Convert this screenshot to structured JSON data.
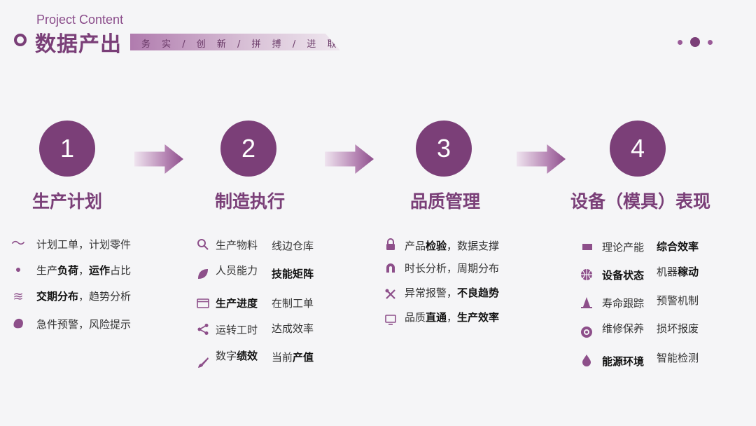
{
  "header": {
    "subtitle": "Project Content",
    "title": "数据产出",
    "ribbon": "务 实 / 创 新 / 拼 搏 / 进 取"
  },
  "colors": {
    "accent": "#7b3f78",
    "background": "#f5f5f7"
  },
  "steps": [
    {
      "number": "1",
      "title": "生产计划",
      "items": [
        {
          "icon": "tilde-icon",
          "text": "计划工单，计划零件"
        },
        {
          "icon": "dot-icon",
          "text": "生产负荷，运作占比"
        },
        {
          "icon": "waves-icon",
          "text": "交期分布，趋势分析"
        },
        {
          "icon": "blob-icon",
          "text": "急件预警，风险提示"
        }
      ]
    },
    {
      "number": "2",
      "title": "制造执行",
      "items": [
        {
          "icon": "search-icon",
          "a": "生产物料",
          "b": "线边仓库"
        },
        {
          "icon": "leaf-icon",
          "a": "人员能力",
          "b": "技能矩阵"
        },
        {
          "icon": "browser-icon",
          "a": "生产进度",
          "b": "在制工单"
        },
        {
          "icon": "share-icon",
          "a": "运转工时",
          "b": "达成效率"
        },
        {
          "icon": "brush-icon",
          "a": "数字绩效",
          "b": "当前产值"
        }
      ]
    },
    {
      "number": "3",
      "title": "品质管理",
      "items": [
        {
          "icon": "lock-icon",
          "text": "产品检验，数据支撑"
        },
        {
          "icon": "magnet-icon",
          "text": "时长分析，周期分布"
        },
        {
          "icon": "tools-icon",
          "text": "异常报警，不良趋势"
        },
        {
          "icon": "monitor-icon",
          "text": "品质直通，生产效率"
        }
      ]
    },
    {
      "number": "4",
      "title": "设备（模具）表现",
      "items": [
        {
          "icon": "card-icon",
          "a": "理论产能",
          "b": "综合效率"
        },
        {
          "icon": "ball-icon",
          "a": "设备状态",
          "b": "机器稼动"
        },
        {
          "icon": "cone-icon",
          "a": "寿命跟踪",
          "b": "预警机制"
        },
        {
          "icon": "target-icon",
          "a": "维修保养",
          "b": "损坏报废"
        },
        {
          "icon": "drop-icon",
          "a": "能源环境",
          "b": "智能检测"
        }
      ]
    }
  ]
}
